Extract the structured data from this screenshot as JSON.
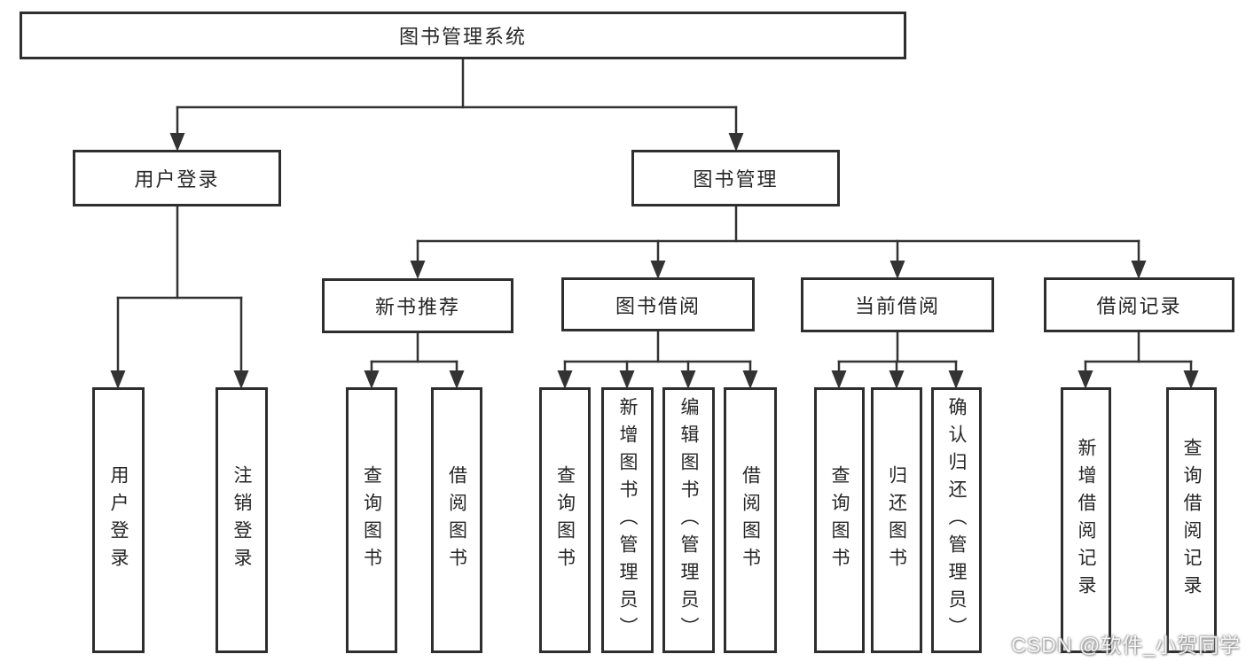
{
  "tree": {
    "root": "图书管理系统",
    "branches": [
      {
        "label": "用户登录",
        "children": [
          "用户登录",
          "注销登录"
        ]
      },
      {
        "label": "图书管理",
        "sections": [
          {
            "label": "新书推荐",
            "children": [
              "查询图书",
              "借阅图书"
            ]
          },
          {
            "label": "图书借阅",
            "children": [
              "查询图书",
              "新增图书（管理员）",
              "编辑图书（管理员）",
              "借阅图书"
            ]
          },
          {
            "label": "当前借阅",
            "children": [
              "查询图书",
              "归还图书",
              "确认归还（管理员）"
            ]
          },
          {
            "label": "借阅记录",
            "children": [
              "新增借阅记录",
              "查询借阅记录"
            ]
          }
        ]
      }
    ]
  },
  "watermark": "CSDN @软件_小贺同学",
  "colors": {
    "line": "#333333",
    "box_border": "#2e2e2e",
    "box_fill": "#ffffff",
    "text": "#262626",
    "background": "#ffffff",
    "watermark_text": "#f5f5f5"
  }
}
